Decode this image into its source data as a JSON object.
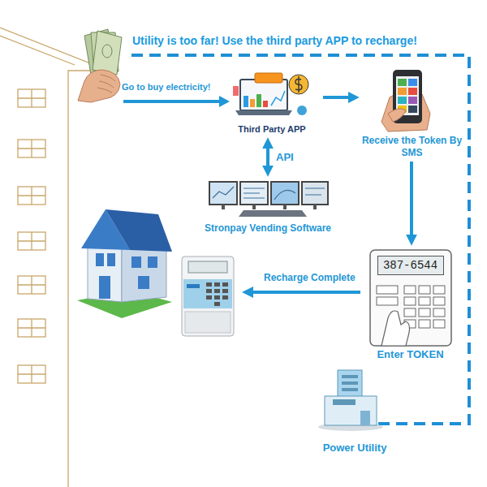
{
  "diagram": {
    "title": "Utility is too far! Use the third party APP to recharge!",
    "nodes": [
      {
        "text": [
          "Third Party APP"
        ]
      },
      {
        "text": [
          "Receive the Token By SMS"
        ]
      },
      {
        "text": [
          "Stronpay Vending Software"
        ]
      },
      {
        "text": [
          "387-6544",
          "Enter TOKEN"
        ]
      },
      {
        "text": [
          "Power Utility"
        ]
      }
    ],
    "edges": [
      {
        "from": 0,
        "to": 1,
        "arrow": "to"
      },
      {
        "from": 0,
        "to": 2,
        "label": "API",
        "arrow": "both"
      },
      {
        "from": 1,
        "to": 3,
        "arrow": "to"
      }
    ],
    "labels": [
      "Go to buy electricity!",
      "Recharge Complete"
    ]
  }
}
